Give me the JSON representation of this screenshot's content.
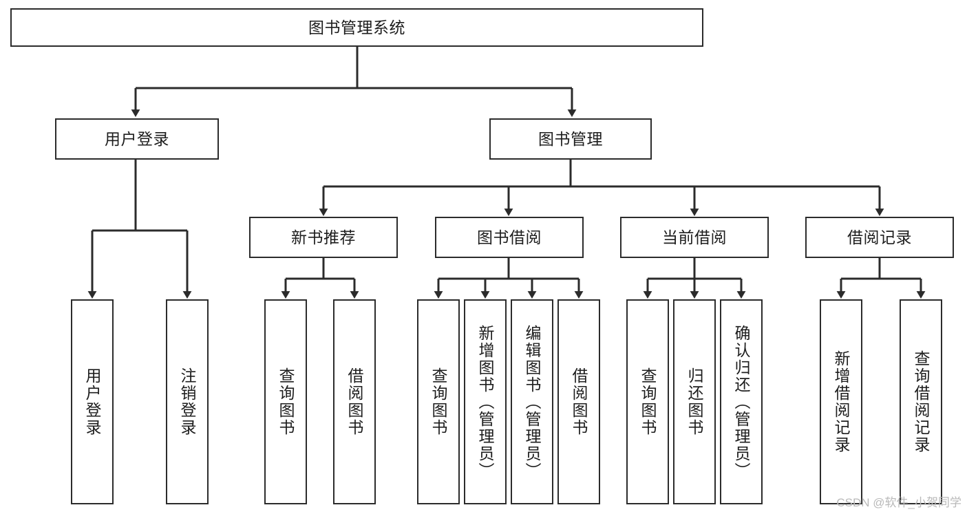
{
  "diagram": {
    "title": "图书管理系统",
    "type": "tree-hierarchy-chart",
    "colors": {
      "box_border": "#2b2b2b",
      "box_fill": "#ffffff",
      "connector": "#2b2b2b",
      "text": "#1d1d1d",
      "watermark": "#b9b9b9",
      "background": "#ffffff"
    },
    "root": {
      "label": "图书管理系统"
    },
    "level2": [
      {
        "label": "用户登录"
      },
      {
        "label": "图书管理"
      }
    ],
    "level3": [
      {
        "label": "新书推荐"
      },
      {
        "label": "图书借阅"
      },
      {
        "label": "当前借阅"
      },
      {
        "label": "借阅记录"
      }
    ],
    "leaves": {
      "user_login": [
        {
          "label": "用户登录"
        },
        {
          "label": "注销登录"
        }
      ],
      "new_book_recommend": [
        {
          "label": "查询图书"
        },
        {
          "label": "借阅图书"
        }
      ],
      "book_borrow": [
        {
          "label": "查询图书"
        },
        {
          "label": "新增图书（管理员）"
        },
        {
          "label": "编辑图书（管理员）"
        },
        {
          "label": "借阅图书"
        }
      ],
      "current_borrow": [
        {
          "label": "查询图书"
        },
        {
          "label": "归还图书"
        },
        {
          "label": "确认归还（管理员）"
        }
      ],
      "borrow_record": [
        {
          "label": "新增借阅记录"
        },
        {
          "label": "查询借阅记录"
        }
      ]
    }
  },
  "watermark": {
    "text": "CSDN @软件_小贺同学"
  }
}
